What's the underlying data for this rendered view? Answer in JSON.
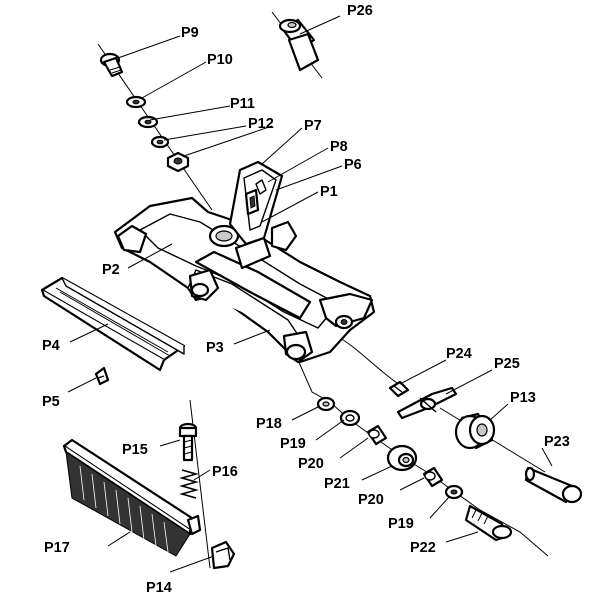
{
  "callouts": {
    "p1": "P1",
    "p2": "P2",
    "p3": "P3",
    "p4": "P4",
    "p5": "P5",
    "p6": "P6",
    "p7": "P7",
    "p8": "P8",
    "p9": "P9",
    "p10": "P10",
    "p11": "P11",
    "p12": "P12",
    "p13": "P13",
    "p14": "P14",
    "p15": "P15",
    "p16": "P16",
    "p17": "P17",
    "p18": "P18",
    "p19a": "P19",
    "p19b": "P19",
    "p20a": "P20",
    "p20b": "P20",
    "p21": "P21",
    "p22": "P22",
    "p23": "P23",
    "p24": "P24",
    "p25": "P25",
    "p26": "P26"
  }
}
